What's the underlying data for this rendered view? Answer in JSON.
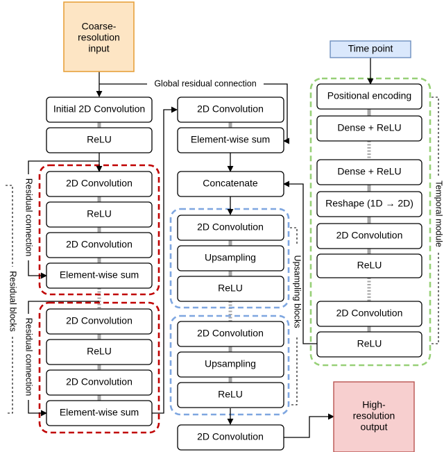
{
  "input": {
    "line1": "Coarse-",
    "line2": "resolution",
    "line3": "input"
  },
  "time_point": "Time point",
  "output": {
    "line1": "High-",
    "line2": "resolution",
    "line3": "output"
  },
  "labels": {
    "global_residual": "Global residual connection",
    "residual_connection": "Residual connection",
    "residual_blocks": "Residual blocks",
    "upsampling_blocks": "Upsampling blocks",
    "temporal_module": "Temporal module"
  },
  "col1": {
    "initial_conv": "Initial 2D Convolution",
    "relu": "ReLU",
    "res1": [
      "2D Convolution",
      "ReLU",
      "2D Convolution",
      "Element-wise sum"
    ],
    "res2": [
      "2D Convolution",
      "ReLU",
      "2D Convolution",
      "Element-wise sum"
    ]
  },
  "col2": {
    "conv": "2D Convolution",
    "elementwise_sum": "Element-wise sum",
    "concatenate": "Concatenate",
    "up1": [
      "2D Convolution",
      "Upsampling",
      "ReLU"
    ],
    "up2": [
      "2D Convolution",
      "Upsampling",
      "ReLU"
    ],
    "final_conv": "2D Convolution"
  },
  "temporal": [
    "Positional encoding",
    "Dense + ReLU",
    "Dense + ReLU",
    "Reshape (1D → 2D)",
    "2D Convolution",
    "ReLU",
    "2D Convolution",
    "ReLU"
  ]
}
